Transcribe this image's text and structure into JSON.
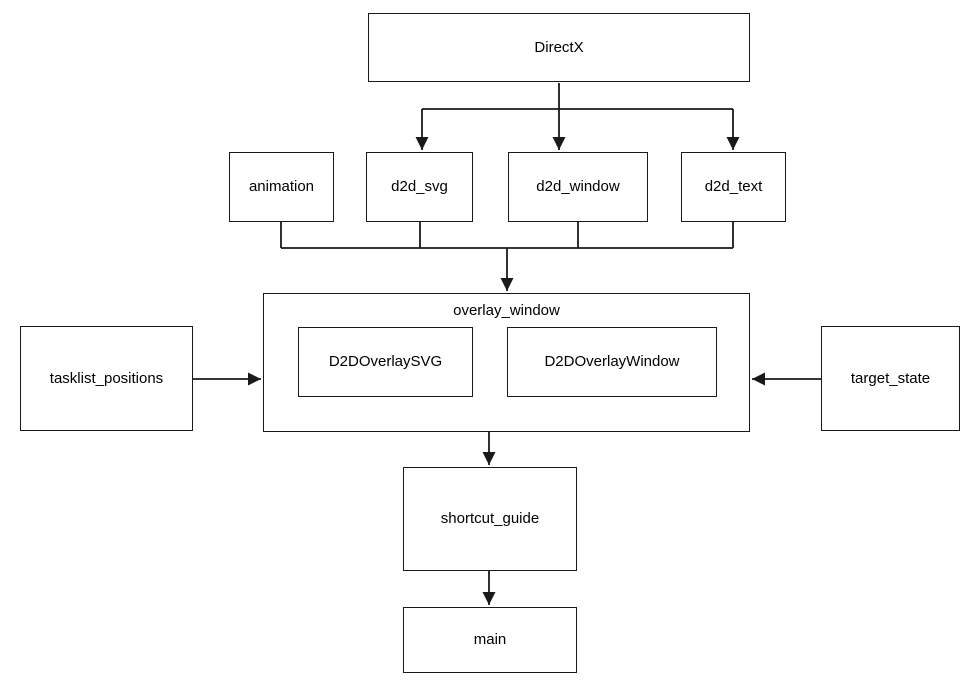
{
  "diagram": {
    "colors": {
      "background": "#ffffff",
      "stroke": "#1a1a1a",
      "text": "#000000",
      "node_fill": "#ffffff"
    },
    "nodes": {
      "directx": {
        "label": "DirectX"
      },
      "animation": {
        "label": "animation"
      },
      "d2d_svg": {
        "label": "d2d_svg"
      },
      "d2d_window": {
        "label": "d2d_window"
      },
      "d2d_text": {
        "label": "d2d_text"
      },
      "overlay_window": {
        "label": "overlay_window",
        "children": [
          "D2DOverlaySVG",
          "D2DOverlayWindow"
        ]
      },
      "d2d_overlay_svg": {
        "label": "D2DOverlaySVG"
      },
      "d2d_overlay_window": {
        "label": "D2DOverlayWindow"
      },
      "tasklist_positions": {
        "label": "tasklist_positions"
      },
      "target_state": {
        "label": "target_state"
      },
      "shortcut_guide": {
        "label": "shortcut_guide"
      },
      "main": {
        "label": "main"
      }
    },
    "edges": [
      {
        "from": "DirectX",
        "to": "d2d_svg",
        "arrow": "to"
      },
      {
        "from": "DirectX",
        "to": "d2d_window",
        "arrow": "to"
      },
      {
        "from": "DirectX",
        "to": "d2d_text",
        "arrow": "to"
      },
      {
        "from": "animation",
        "to": "overlay_window",
        "arrow": "to",
        "via": "merged-bus"
      },
      {
        "from": "d2d_svg",
        "to": "overlay_window",
        "arrow": "to",
        "via": "merged-bus"
      },
      {
        "from": "d2d_window",
        "to": "overlay_window",
        "arrow": "to",
        "via": "merged-bus"
      },
      {
        "from": "d2d_text",
        "to": "overlay_window",
        "arrow": "to",
        "via": "merged-bus"
      },
      {
        "from": "tasklist_positions",
        "to": "overlay_window",
        "arrow": "to"
      },
      {
        "from": "target_state",
        "to": "overlay_window",
        "arrow": "to"
      },
      {
        "from": "overlay_window",
        "to": "shortcut_guide",
        "arrow": "to"
      },
      {
        "from": "shortcut_guide",
        "to": "main",
        "arrow": "to"
      }
    ]
  }
}
